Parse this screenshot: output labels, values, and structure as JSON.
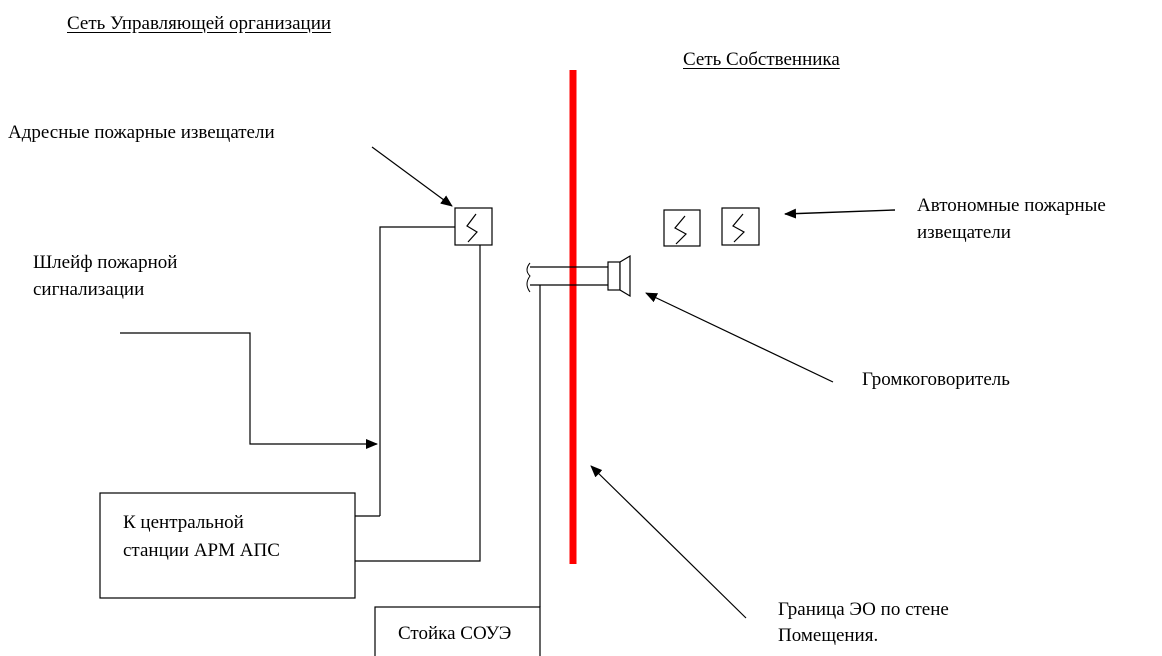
{
  "labels": {
    "management_network": "Сеть Управляющей организации",
    "owner_network": "Сеть Собственника",
    "addressable_detectors": "Адресные пожарные извещатели",
    "alarm_loop_line1": "Шлейф пожарной",
    "alarm_loop_line2": "сигнализации",
    "central_station_line1": "К центральной",
    "central_station_line2": "станции АРМ АПС",
    "soue_rack": "Стойка СОУЭ",
    "autonomous_detectors_line1": "Автономные пожарные",
    "autonomous_detectors_line2": "извещатели",
    "loudspeaker": "Громкоговоритель",
    "boundary_line1": "Граница ЭО по стене",
    "boundary_line2": "Помещения."
  },
  "colors": {
    "boundary": "#ff0000",
    "line": "#000000",
    "background": "#ffffff"
  },
  "icons": {
    "detector": "fire-detector-icon",
    "speaker": "loudspeaker-icon"
  }
}
